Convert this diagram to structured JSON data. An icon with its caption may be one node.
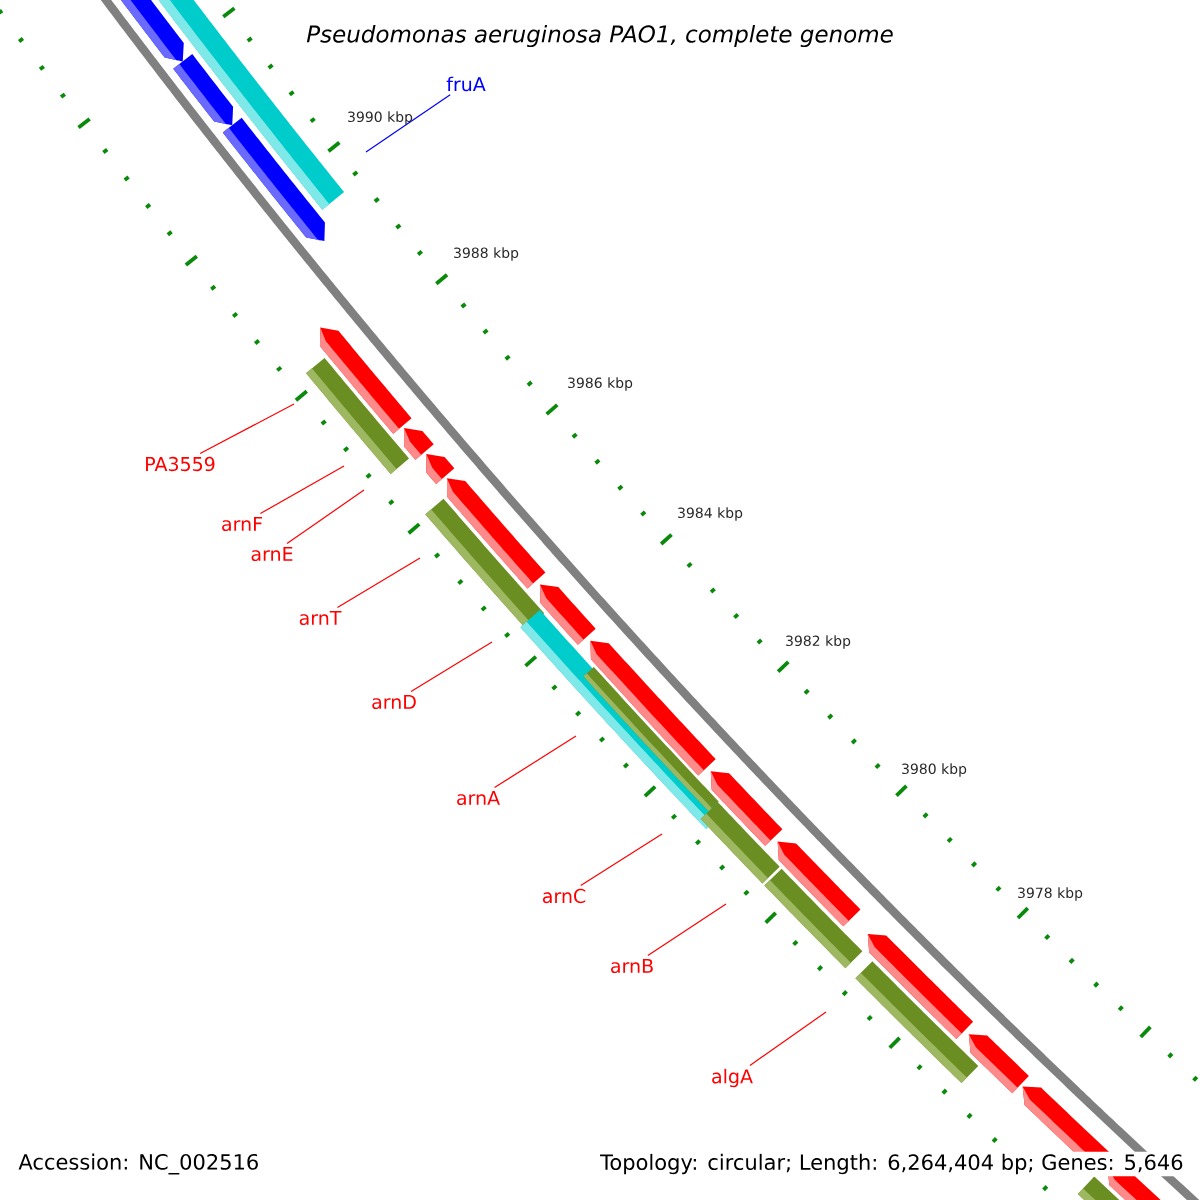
{
  "diagram": {
    "title": "Pseudomonas aeruginosa PAO1, complete genome",
    "nodes": [
      {
        "text": [
          "fruA"
        ]
      },
      {
        "text": [
          "PA3559"
        ]
      },
      {
        "text": [
          "arnF"
        ]
      },
      {
        "text": [
          "arnE"
        ]
      },
      {
        "text": [
          "arnT"
        ]
      },
      {
        "text": [
          "arnD"
        ]
      },
      {
        "text": [
          "arnA"
        ]
      },
      {
        "text": [
          "arnC"
        ]
      },
      {
        "text": [
          "arnB"
        ]
      },
      {
        "text": [
          "algA"
        ]
      }
    ],
    "edges": [
      {
        "from": 0,
        "to": null,
        "arrow": "none",
        "color": "#0000ff"
      },
      {
        "from": 1,
        "to": null,
        "arrow": "none"
      },
      {
        "from": 2,
        "to": null,
        "arrow": "none"
      },
      {
        "from": 3,
        "to": null,
        "arrow": "none"
      },
      {
        "from": 4,
        "to": null,
        "arrow": "none"
      },
      {
        "from": 5,
        "to": null,
        "arrow": "none"
      },
      {
        "from": 6,
        "to": null,
        "arrow": "none"
      },
      {
        "from": 7,
        "to": null,
        "arrow": "none"
      },
      {
        "from": 8,
        "to": null,
        "arrow": "none"
      },
      {
        "from": 9,
        "to": null,
        "arrow": "none"
      }
    ],
    "labels": [
      "3990 kbp",
      "3988 kbp",
      "3986 kbp",
      "3984 kbp",
      "3982 kbp",
      "3980 kbp",
      "3978 kbp",
      "Accession: NC_002516",
      "Topology: circular; Length: 6,264,404 bp; Genes: 5,646"
    ]
  }
}
